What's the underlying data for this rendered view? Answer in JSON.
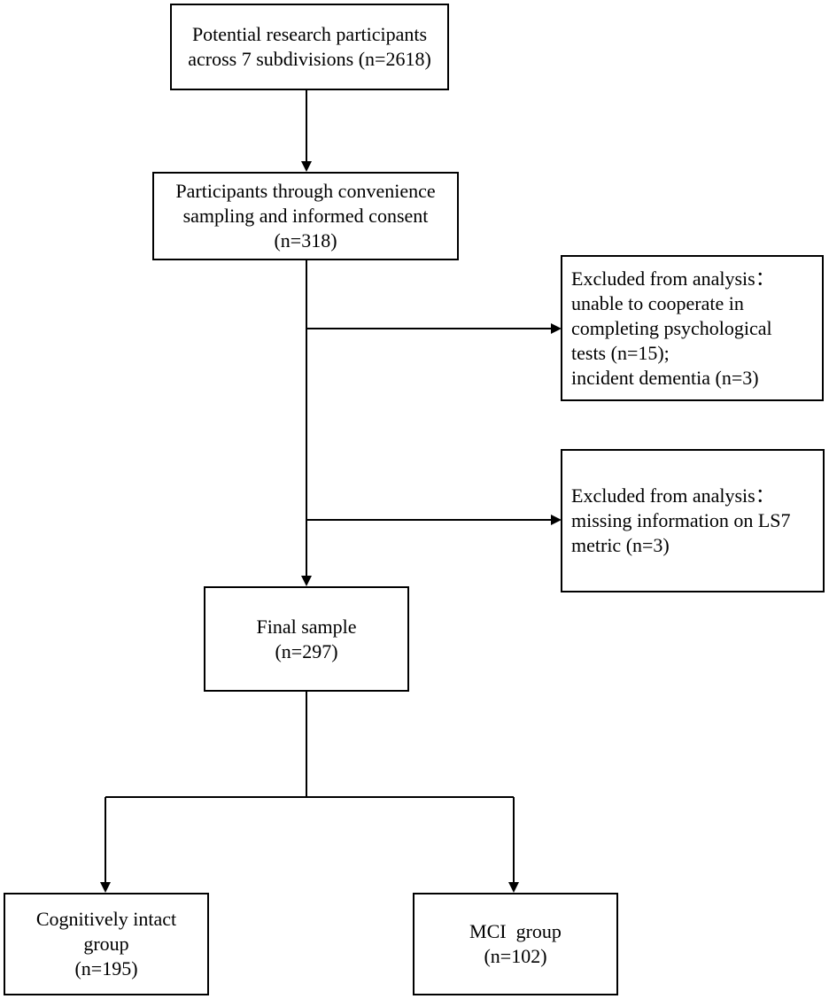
{
  "flowchart": {
    "box1": {
      "lines": [
        "Potential research participants",
        "across 7 subdivisions (n=2618)"
      ]
    },
    "box2": {
      "lines": [
        "Participants through convenience",
        "sampling and informed consent",
        "(n=318)"
      ]
    },
    "exclusion1": {
      "lines": [
        "Excluded from analysis：",
        "unable to cooperate in",
        "completing psychological",
        "tests (n=15);",
        "incident dementia (n=3)"
      ]
    },
    "exclusion2": {
      "lines": [
        "Excluded from analysis：",
        "missing information on LS7",
        "metric (n=3)"
      ]
    },
    "final": {
      "lines": [
        "Final sample",
        "(n=297)"
      ]
    },
    "group_intact": {
      "lines": [
        "Cognitively intact",
        "group",
        "(n=195)"
      ]
    },
    "group_mci": {
      "lines": [
        "MCI  group",
        "(n=102)"
      ]
    }
  }
}
